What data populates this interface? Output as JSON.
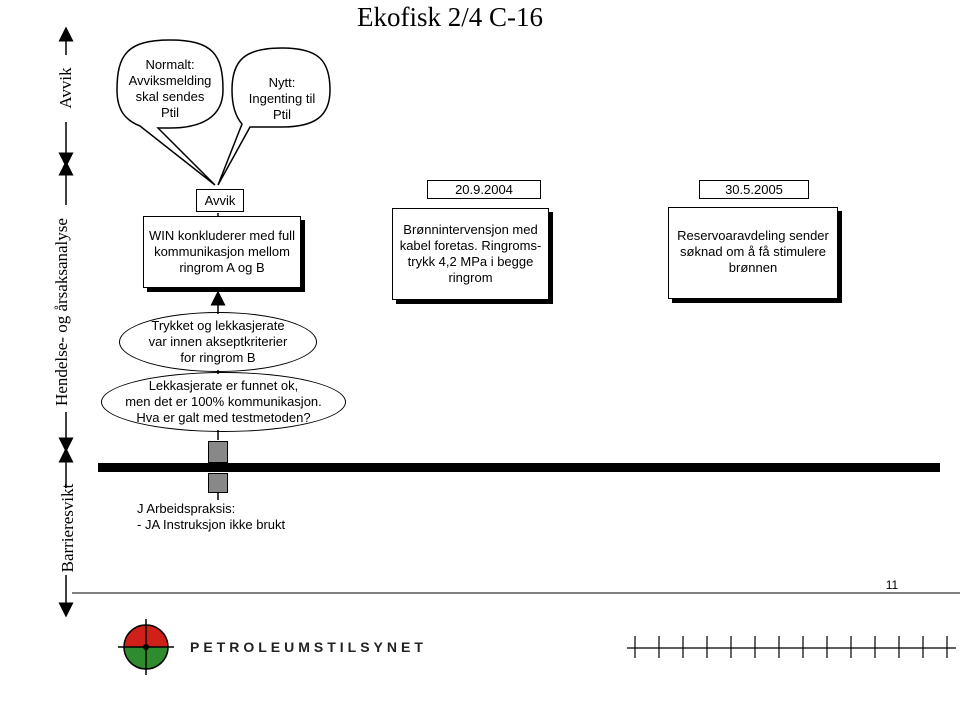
{
  "title": "Ekofisk 2/4 C-16",
  "side_labels": {
    "avvik": "Avvik",
    "hendelse": "Hendelse- og årsaksanalyse",
    "barriere": "Barrieresvikt"
  },
  "bubbles": {
    "normalt": "Normalt:\nAvviksmelding\nskal sendes\nPtil",
    "nytt": "Nytt:\nIngenting til\nPtil"
  },
  "avvik_box": "Avvik",
  "win_box": "WIN konkluderer med full\nkommunikasjon mellom\nringrom A og B",
  "ellipse_1": "Trykket og lekkasjerate\nvar innen akseptkriterier\nfor ringrom B",
  "ellipse_2": "Lekkasjerate er funnet ok,\nmen det er 100% kommunikasjon.\nHva er galt med testmetoden?",
  "date_1": "20.9.2004",
  "date_2": "30.5.2005",
  "event_1": "Brønnintervensjon med\nkabel foretas. Ringroms-\ntrykk 4,2 MPa i begge\nringrom",
  "event_2": "Reservoaravdeling sender\nsøknad om å få stimulere\nbrønnen",
  "barrier_text": "J Arbeidspraksis:\n- JA Instruksjon ikke brukt",
  "page_number": "11",
  "logo_text": "PETROLEUMSTILSYNET",
  "colors": {
    "logo_red": "#d0201a",
    "logo_green": "#2e8b2e"
  }
}
